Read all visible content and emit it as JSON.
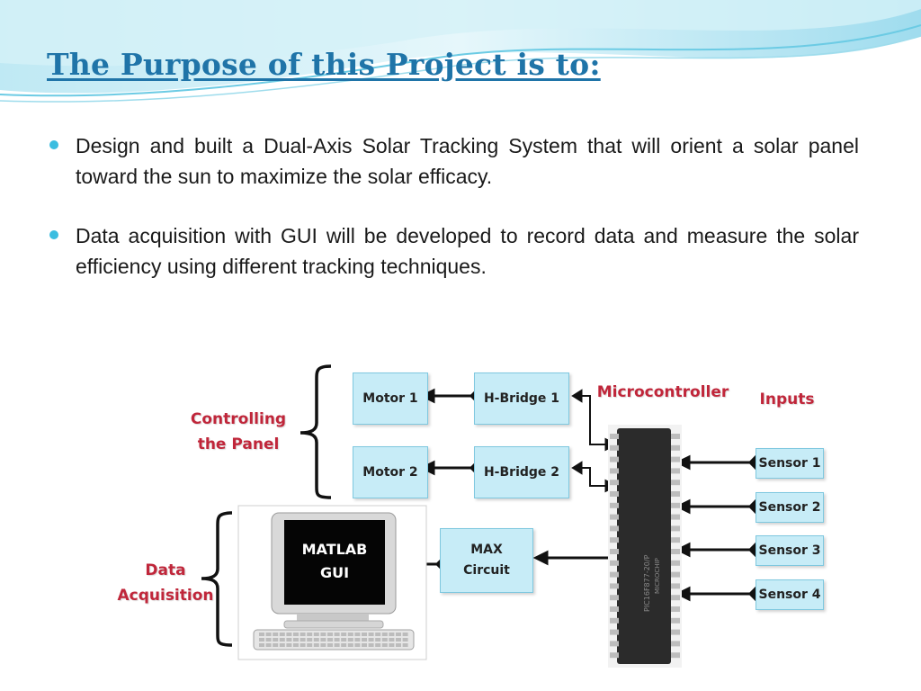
{
  "slide": {
    "title": "The Purpose of this Project is to:",
    "bullets": [
      {
        "text": " Design and built a Dual-Axis Solar Tracking System that will orient a solar panel toward the sun to maximize the solar efficacy."
      },
      {
        "text": "Data acquisition with GUI will be developed to record data and measure the solar efficiency using different tracking techniques."
      }
    ]
  },
  "diagram": {
    "motor1": "Motor 1",
    "motor2": "Motor 2",
    "hbridge1": "H-Bridge 1",
    "hbridge2": "H-Bridge 2",
    "microcontroller": "Microcontroller",
    "inputs": "Inputs",
    "sensors": [
      "Sensor 1",
      "Sensor 2",
      "Sensor 3",
      "Sensor 4"
    ],
    "max_circuit": "MAX Circuit",
    "matlab_gui": "MATLAB GUI",
    "controlling_panel": "Controlling the Panel",
    "data_acquisition": "Data Acquisition",
    "accent_red": "#c0263a",
    "box_fill": "#c7ecf7"
  }
}
